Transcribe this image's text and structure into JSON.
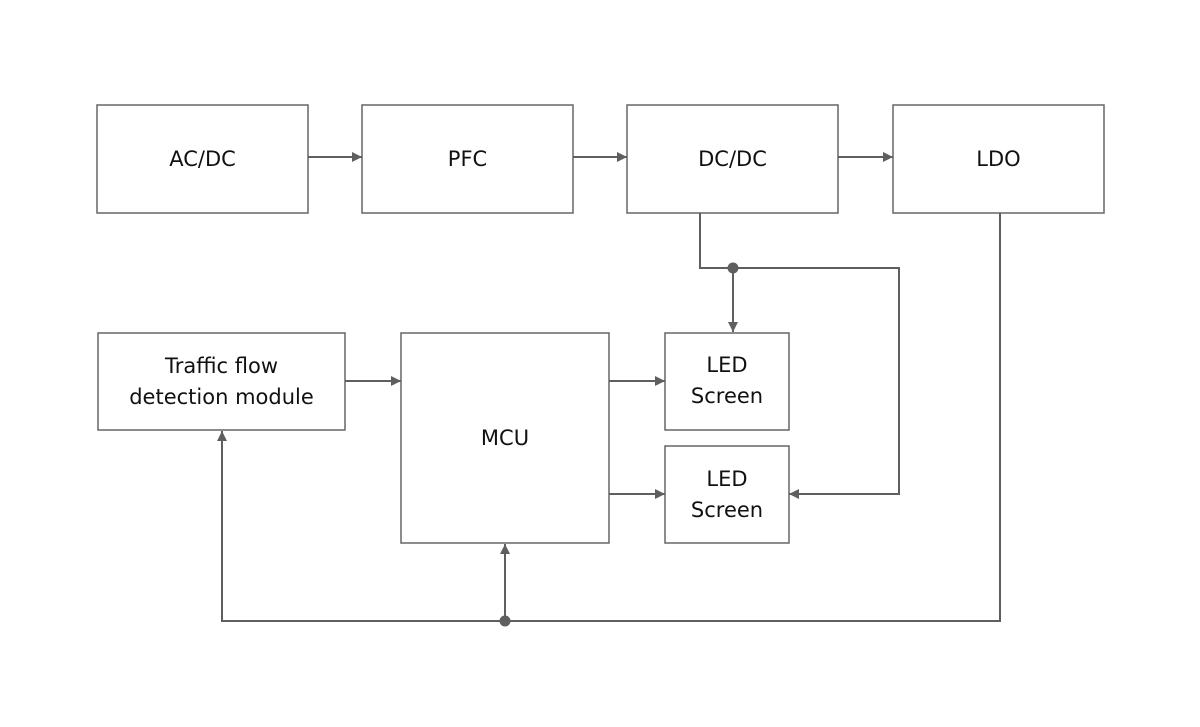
{
  "blocks": {
    "acdc": "AC/DC",
    "pfc": "PFC",
    "dcdc": "DC/DC",
    "ldo": "LDO",
    "traffic_line1": "Traffic flow",
    "traffic_line2": "detection module",
    "mcu": "MCU",
    "led1_line1": "LED",
    "led1_line2": "Screen",
    "led2_line1": "LED",
    "led2_line2": "Screen"
  },
  "colors": {
    "stroke": "#666666",
    "wire": "#5f5f5f",
    "text": "#111111"
  }
}
